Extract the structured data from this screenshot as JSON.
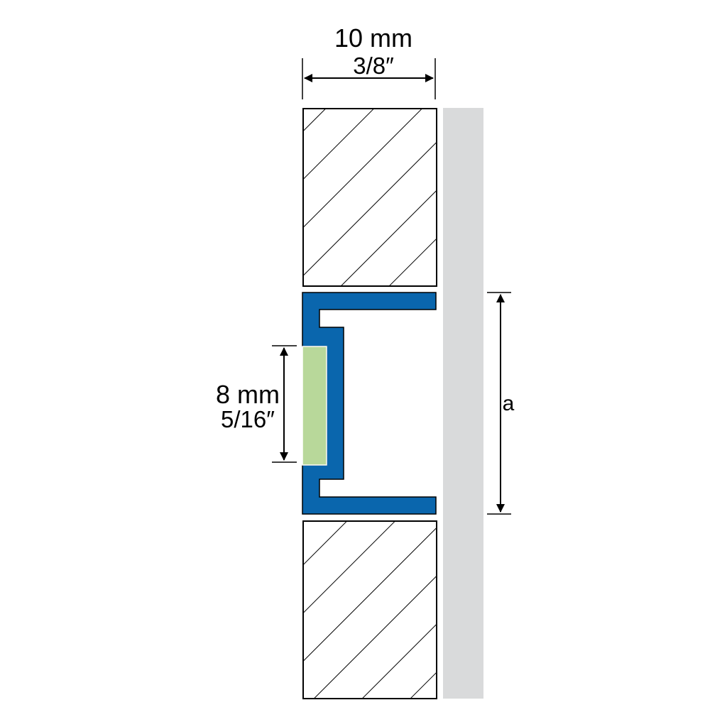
{
  "dimensions": {
    "width": {
      "metric": "10 mm",
      "imperial": "3/8″"
    },
    "height": {
      "metric": "8 mm",
      "imperial": "5/16″"
    },
    "depth_label": "a"
  },
  "colors": {
    "profile": "#0a66ad",
    "insert": "#b8d89a",
    "wall": "#d9dadb",
    "outline": "#000000",
    "hatch": "#000000"
  }
}
